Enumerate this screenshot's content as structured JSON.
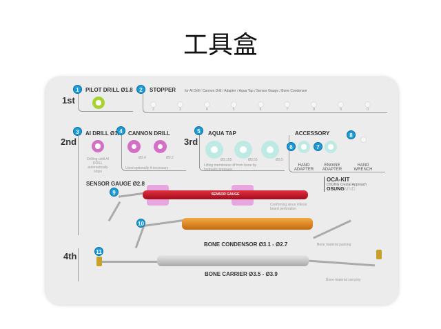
{
  "title": "工具盒",
  "steps": [
    "1st",
    "2nd",
    "3rd",
    "4th"
  ],
  "items": {
    "pilot_drill": {
      "num": "1",
      "label": "PILOT DRILL Ø1.8"
    },
    "stopper": {
      "num": "2",
      "label": "STOPPER",
      "desc": "for AI Drill / Cannon Drill / Adapter / Aqua Tap / Sensor Gauge / Bone Condensor",
      "sizes": [
        "2",
        "3",
        "4",
        "5",
        "6",
        "7",
        "8",
        "9",
        "0"
      ]
    },
    "ai_drill": {
      "num": "3",
      "label": "AI DRILL Ø1.",
      "desc": "Drilling until AI DRILL automatically stops"
    },
    "cannon_drill": {
      "num": "4",
      "label": "CANNON DRILL",
      "sizes": [
        "Ø2.4",
        "Ø3.2"
      ],
      "desc": "Used optionally if necessary"
    },
    "aqua_tap": {
      "num": "5",
      "label": "AQUA TAP",
      "sizes": [
        "Ø3.155",
        "Ø3.55",
        "Ø3.5"
      ],
      "desc": "Lifting membrane off from bone by hydraulic pressure"
    },
    "accessory": {
      "label": "ACCESSORY",
      "hand_adapter": {
        "num": "6",
        "label": "HAND ADAPTER"
      },
      "engine_adapter": {
        "num": "7",
        "label": "ENGINE ADAPTER"
      },
      "hand_wrench": {
        "num": "8",
        "label": "HAND WRENCH"
      }
    },
    "sensor_gauge": {
      "num": "9",
      "label": "SENSOR GAUGE Ø2.8",
      "handle_text": "SENSOR GAUGE",
      "desc": "Confirming sinus inferior board perforation"
    },
    "bone_condensor": {
      "num": "10",
      "label": "BONE CONDENSOR Ø3.1 - Ø2.7",
      "desc": "Bone material packing"
    },
    "bone_carrier": {
      "num": "11",
      "label": "BONE CARRIER Ø3.5 - Ø3.9",
      "desc": "Bone material carrying"
    }
  },
  "brand": {
    "kit": "OCA-KIT",
    "subtitle": "OSUNG Crestal Approach",
    "logo": "OSUNG",
    "logo_suffix": "MND"
  },
  "colors": {
    "badge": "#1a9ad6",
    "pilot": "#a8d230",
    "ai": "#d46fc6",
    "aqua": "#bfe9e3",
    "sensor": "#c8102e",
    "condensor": "#e08a1e"
  }
}
